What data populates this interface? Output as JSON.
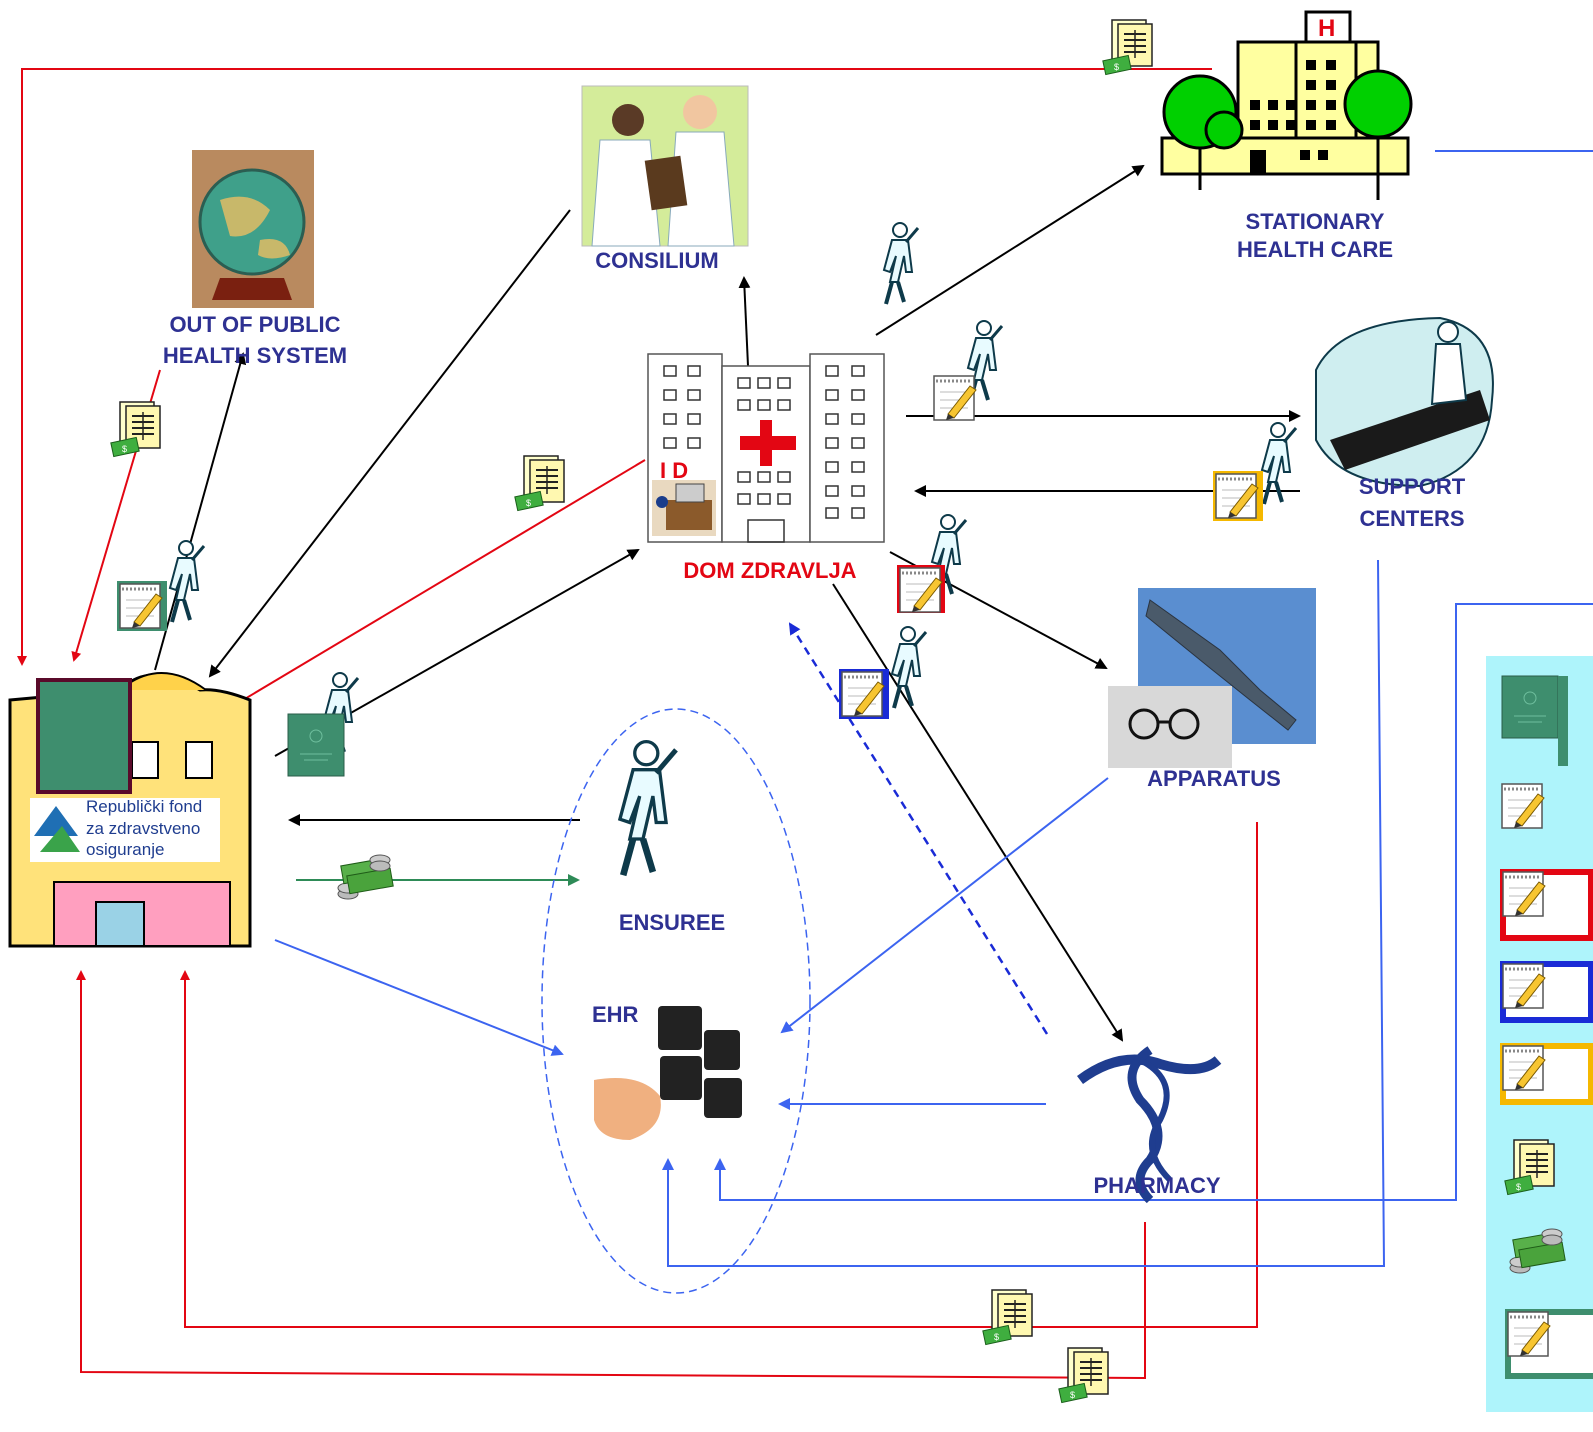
{
  "nodes": {
    "stationary": {
      "line1": "STATIONARY",
      "line2": "HEALTH CARE"
    },
    "consilium": {
      "label": "CONSILIUM"
    },
    "out_of_public": {
      "line1": "OUT OF PUBLIC",
      "line2": "HEALTH SYSTEM"
    },
    "support": {
      "line1": "SUPPORT",
      "line2": "CENTERS"
    },
    "dom": {
      "label": "DOM ZDRAVLJA",
      "id_text": "I D"
    },
    "apparatus": {
      "label": "APPARATUS"
    },
    "ensuree": {
      "label": "ENSUREE"
    },
    "ehr": {
      "label": "EHR"
    },
    "pharmacy": {
      "label": "PHARMACY"
    },
    "fund": {
      "line1": "Republički fond",
      "line2": "za zdravstveno",
      "line3": "osiguranje"
    }
  },
  "colors": {
    "red_flow": "#e30613",
    "black_flow": "#000000",
    "blue_flow": "#3c64f0",
    "green_flow": "#2e8b57",
    "dashed_blue": "#1a2bd6",
    "label_blue": "#2e3192",
    "legend_bg": "#aef4fb"
  },
  "legend": {
    "items": [
      "health-card-icon",
      "referral-plain-icon",
      "referral-red-icon",
      "referral-blue-icon",
      "referral-yellow-icon",
      "invoice-icon",
      "money-icon",
      "referral-green-icon"
    ]
  }
}
